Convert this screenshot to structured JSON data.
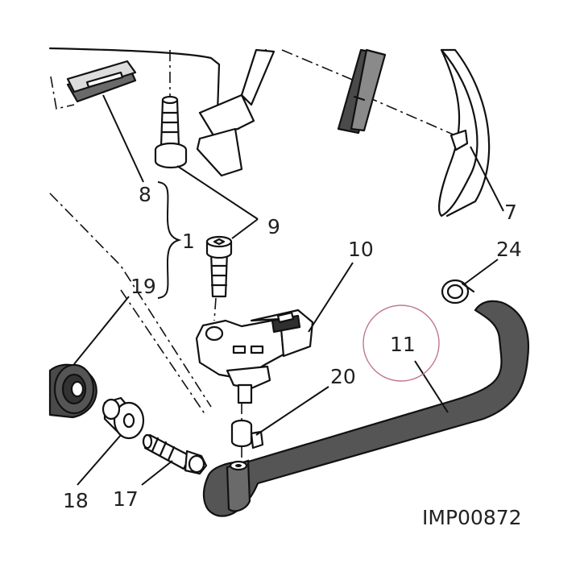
{
  "image_code": "IMP00872",
  "callouts": {
    "c1": "1",
    "c7": "7",
    "c8": "8",
    "c9": "9",
    "c10": "10",
    "c11": "11",
    "c17": "17",
    "c18": "18",
    "c19": "19",
    "c20": "20",
    "c24": "24"
  },
  "colors": {
    "line": "#111111",
    "hose": "#555555",
    "rubber": "#4a4a4a",
    "highlight_circle": "#c0788a"
  }
}
